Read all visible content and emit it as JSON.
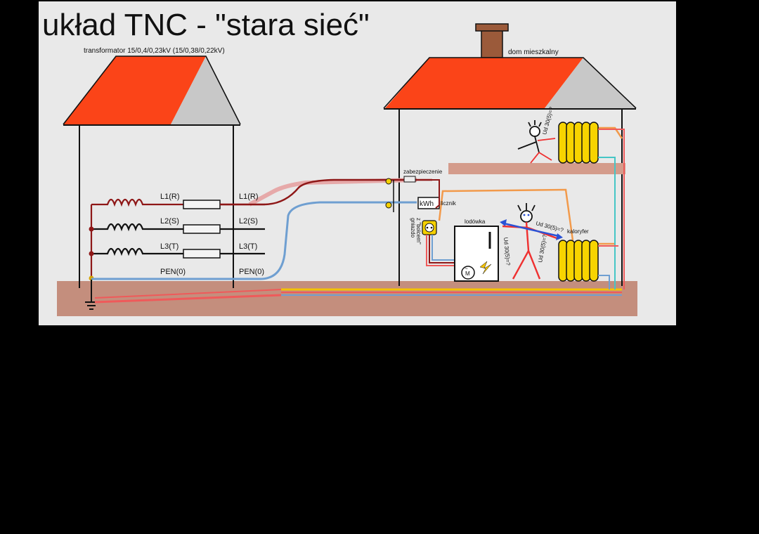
{
  "title": "układ TNC - \"stara sieć\"",
  "transformer_label": "transformator 15/0,4/0,23kV (15/0,38/0,22kV)",
  "house_label": "dom mieszkalny",
  "phases_left": [
    "L1(R)",
    "L2(S)",
    "L3(T)",
    "PEN(0)"
  ],
  "phases_right": [
    "L1(R)",
    "L2(S)",
    "L3(T)",
    "PEN(0)"
  ],
  "fuse_label": "zabezpieczenie",
  "meter_label": "licznik",
  "meter_symbol": "kWh",
  "socket_label": "gniazdo",
  "socket_label2": "z \"bolcem\"",
  "fridge_label": "lodówka",
  "motor_symbol": "M",
  "motor_symbol_small": "~",
  "radiator_label": "kaloryfer",
  "voltage_upper": "Ud 30(5)=?",
  "voltage_side": "Ud 30(5)=?",
  "voltage_hands": "Ud 30(5)=?",
  "voltage_legs": "Ud 30(5)=?",
  "colors": {
    "roof": "#fb4418",
    "roof_gable": "#c8c8c8",
    "ground": "#c48e7d",
    "l1": "#8e1717",
    "pen": "#6f9fd1",
    "neutral_dark": "#333333",
    "radiator": "#f7d400",
    "chimney": "#9b5a3a",
    "floor": "#d49c8c"
  }
}
